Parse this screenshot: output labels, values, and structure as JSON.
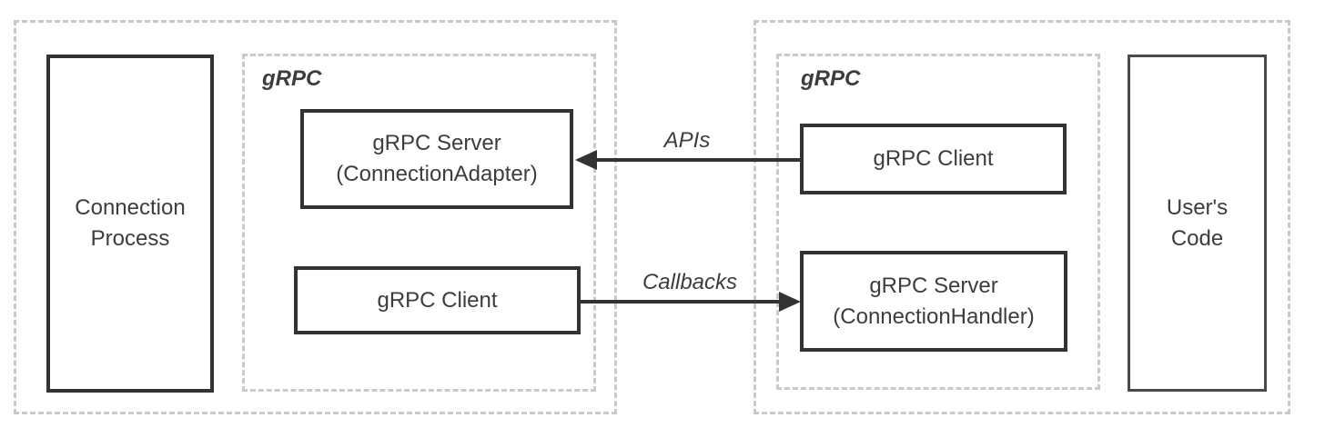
{
  "colors": {
    "background": "#ffffff",
    "dashed_border": "#c9c9c9",
    "solid_border": "#333333",
    "text": "#3d3d3d",
    "arrow": "#333333"
  },
  "left_region": {
    "connection_process": {
      "line1": "Connection",
      "line2": "Process"
    },
    "grpc_container_label": "gRPC",
    "grpc_server": {
      "line1": "gRPC Server",
      "line2": "(ConnectionAdapter)"
    },
    "grpc_client": {
      "label": "gRPC Client"
    }
  },
  "right_region": {
    "grpc_container_label": "gRPC",
    "grpc_client": {
      "label": "gRPC Client"
    },
    "grpc_server": {
      "line1": "gRPC Server",
      "line2": "(ConnectionHandler)"
    },
    "users_code": {
      "line1": "User's",
      "line2": "Code"
    }
  },
  "arrows": {
    "apis": {
      "label": "APIs",
      "direction": "left"
    },
    "callbacks": {
      "label": "Callbacks",
      "direction": "right"
    }
  }
}
